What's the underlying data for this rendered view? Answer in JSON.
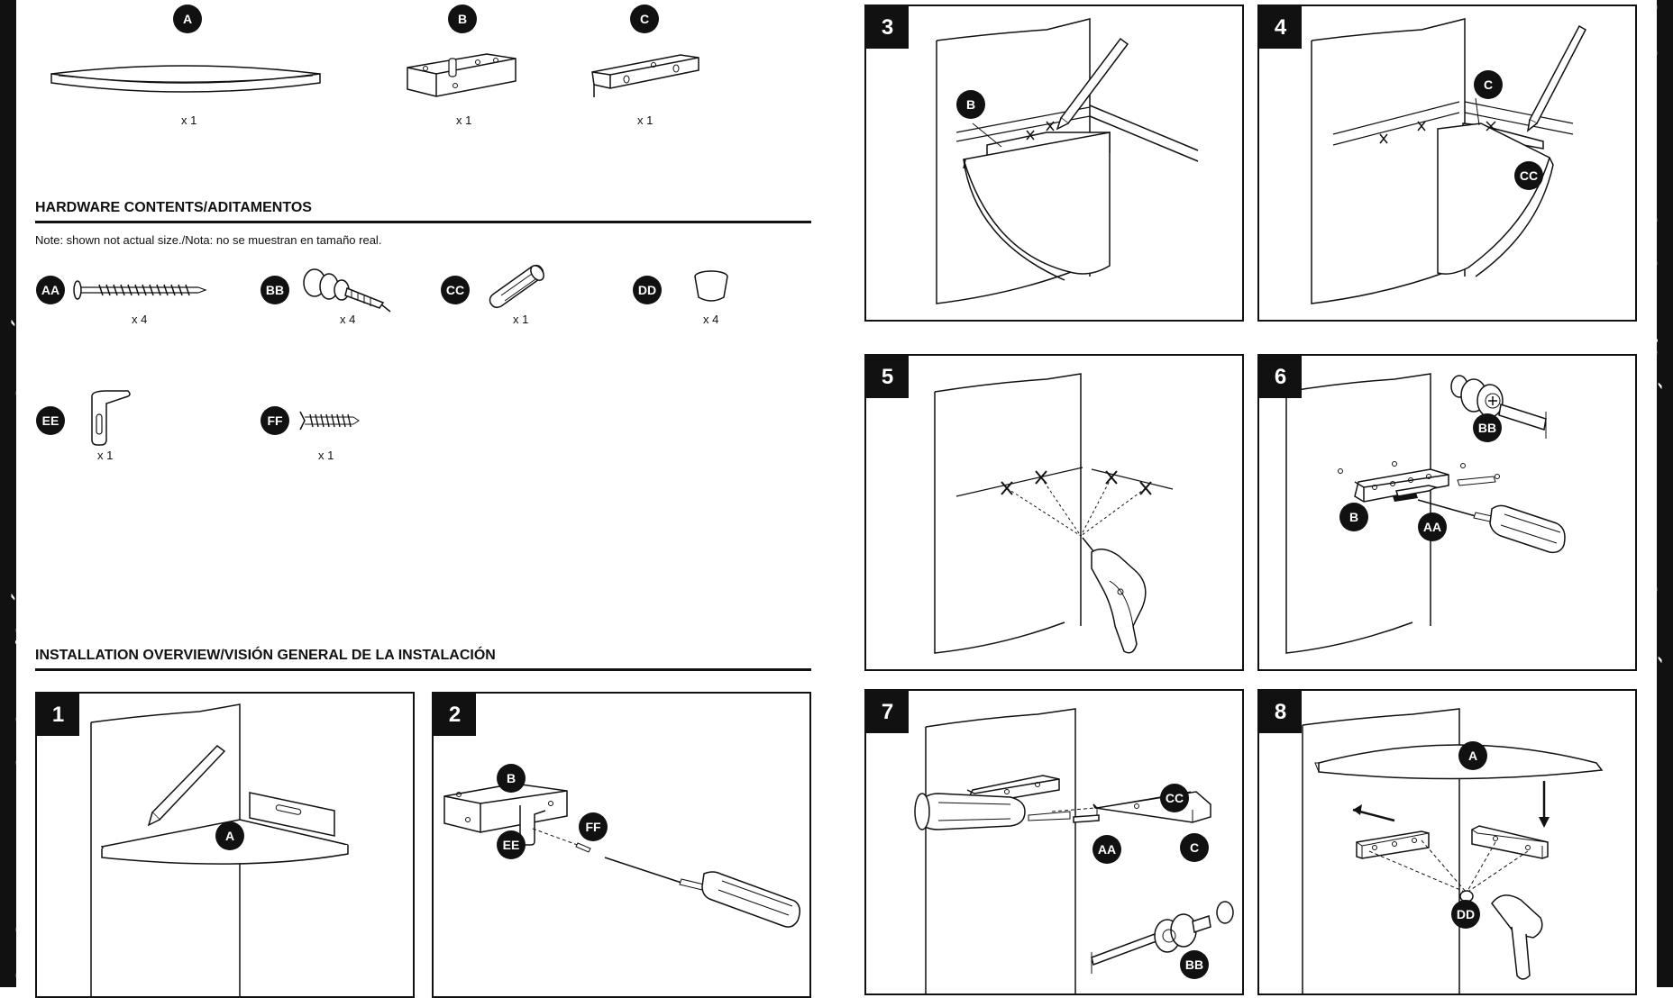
{
  "side_band": {
    "left_text": "QUICK REFERENCE GUIDE/GUÍA DE REFERENCIA RÁPIDA",
    "right_text": "QUICK REFERENCE GUIDE/GUÍA DE REFERENCIA RÁPIDA"
  },
  "parts": [
    {
      "id": "A",
      "qty": "x 1"
    },
    {
      "id": "B",
      "qty": "x 1"
    },
    {
      "id": "C",
      "qty": "x 1"
    }
  ],
  "hardware": {
    "heading": "HARDWARE CONTENTS/ADITAMENTOS",
    "note": "Note: shown not actual size./Nota: no se muestran en tamaño real.",
    "items": [
      {
        "id": "AA",
        "qty": "x 4"
      },
      {
        "id": "BB",
        "qty": "x 4"
      },
      {
        "id": "CC",
        "qty": "x 1"
      },
      {
        "id": "DD",
        "qty": "x 4"
      },
      {
        "id": "EE",
        "qty": "x 1"
      },
      {
        "id": "FF",
        "qty": "x 1"
      }
    ]
  },
  "installation": {
    "heading": "INSTALLATION OVERVIEW/VISIÓN GENERAL DE LA INSTALACIÓN"
  },
  "steps": [
    {
      "number": "1",
      "labels": [
        "A"
      ]
    },
    {
      "number": "2",
      "labels": [
        "B",
        "FF",
        "EE"
      ]
    },
    {
      "number": "3",
      "labels": [
        "B"
      ]
    },
    {
      "number": "4",
      "labels": [
        "C",
        "CC"
      ]
    },
    {
      "number": "5",
      "labels": []
    },
    {
      "number": "6",
      "labels": [
        "BB",
        "B",
        "AA"
      ]
    },
    {
      "number": "7",
      "labels": [
        "CC",
        "AA",
        "C",
        "BB"
      ]
    },
    {
      "number": "8",
      "labels": [
        "A",
        "DD"
      ]
    }
  ]
}
